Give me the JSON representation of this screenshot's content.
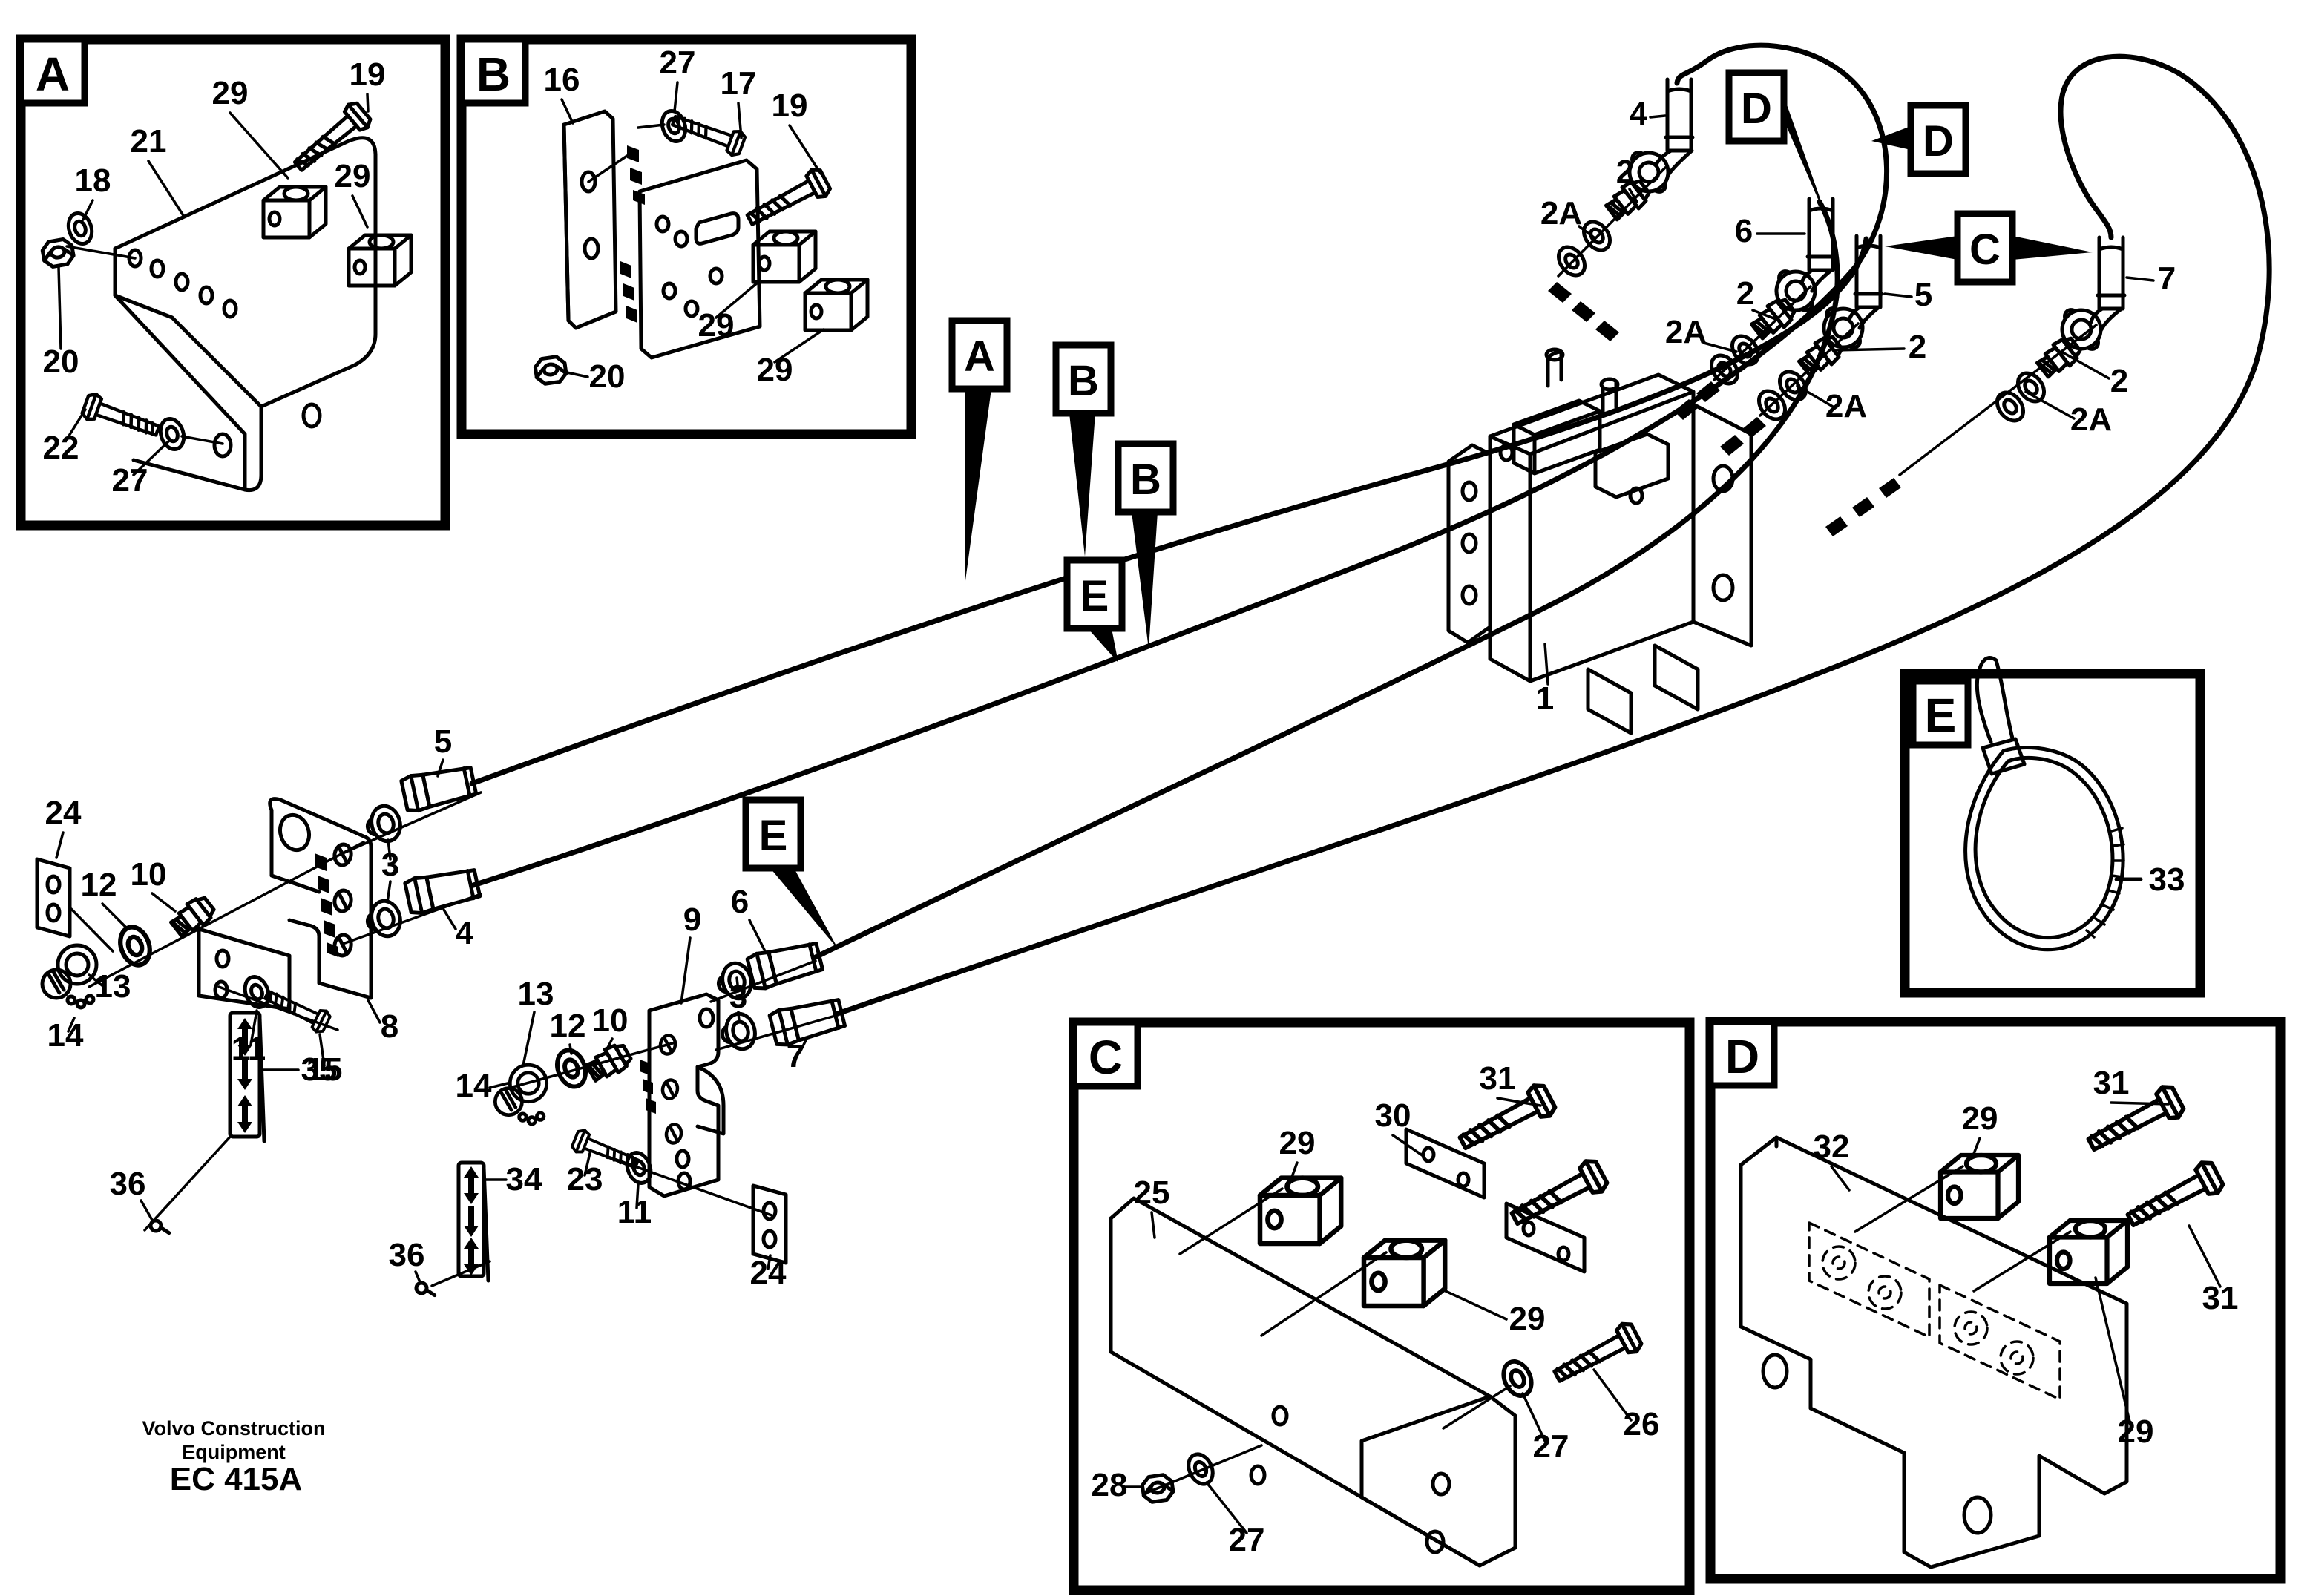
{
  "brand": {
    "line1": "Volvo Construction",
    "line2": "Equipment",
    "code": "EC 415A"
  },
  "panels": {
    "a": {
      "letter": "A",
      "labels": [
        "29",
        "19",
        "21",
        "18",
        "29",
        "20",
        "22",
        "27"
      ]
    },
    "b": {
      "letter": "B",
      "labels": [
        "16",
        "27",
        "17",
        "19",
        "29",
        "29",
        "20"
      ]
    },
    "c": {
      "letter": "C",
      "labels": [
        "25",
        "29",
        "30",
        "31",
        "29",
        "26",
        "27",
        "28",
        "27"
      ]
    },
    "d": {
      "letter": "D",
      "labels": [
        "32",
        "29",
        "31",
        "31",
        "29"
      ]
    },
    "e": {
      "letter": "E",
      "labels": [
        "33"
      ]
    }
  },
  "main": {
    "valve": "1",
    "chains": {
      "c4": [
        "4",
        "2",
        "2A"
      ],
      "c6": [
        "6",
        "2",
        "2A"
      ],
      "c5": [
        "5",
        "2",
        "2A"
      ],
      "c7": [
        "7",
        "2",
        "2A"
      ]
    },
    "b8": [
      "24",
      "12",
      "10",
      "13",
      "14",
      "5",
      "3",
      "4",
      "8",
      "11",
      "15",
      "35",
      "36"
    ],
    "b9": [
      "9",
      "12",
      "10",
      "13",
      "14",
      "6",
      "3",
      "7",
      "23",
      "11",
      "24",
      "34",
      "36"
    ],
    "callouts": {
      "a": "A",
      "b1": "B",
      "b2": "B",
      "e1": "E",
      "e2": "E",
      "d1": "D",
      "d2": "D",
      "c": "C"
    }
  }
}
